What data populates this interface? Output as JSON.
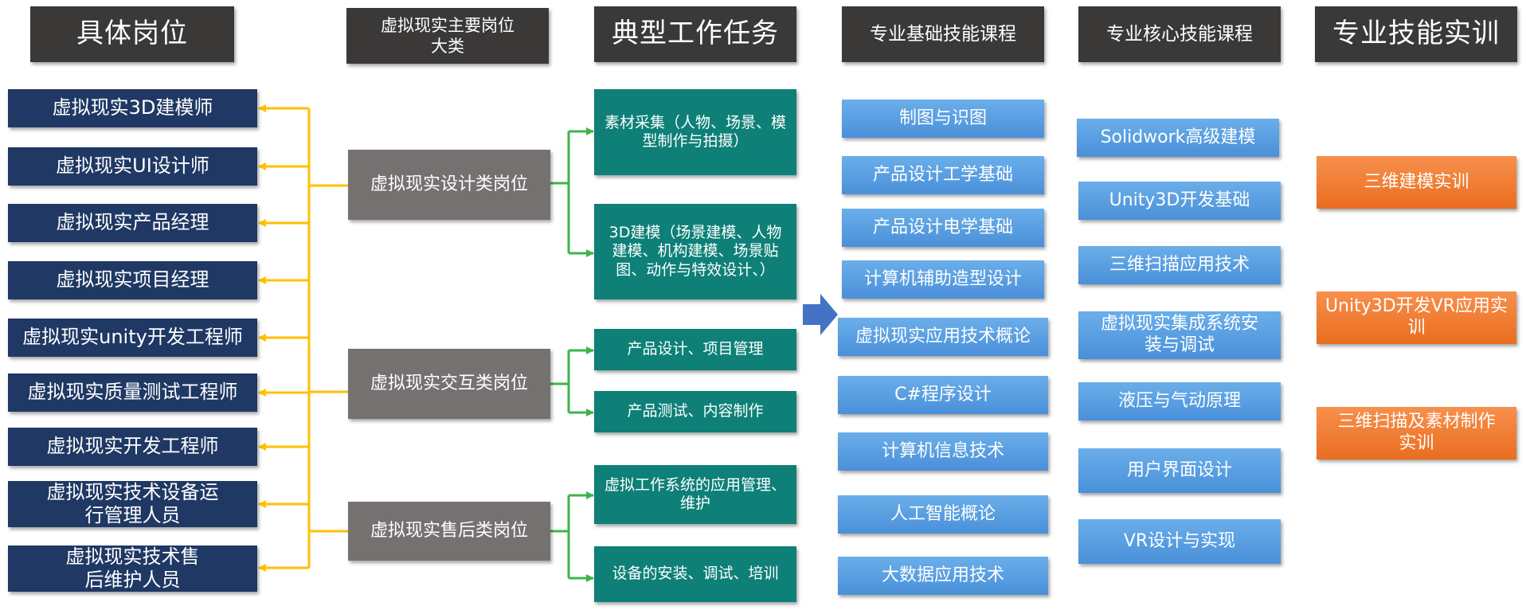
{
  "headers": {
    "positions": "具体岗位",
    "categories": "虚拟现实主要岗位大类",
    "tasks": "典型工作任务",
    "base_courses": "专业基础技能课程",
    "core_courses": "专业核心技能课程",
    "training": "专业技能实训"
  },
  "positions": [
    "虚拟现实3D建模师",
    "虚拟现实UI设计师",
    "虚拟现实产品经理",
    "虚拟现实项目经理",
    "虚拟现实unity开发工程师",
    "虚拟现实质量测试工程师",
    "虚拟现实开发工程师",
    "虚拟现实技术设备运行管理人员",
    "虚拟现实技术售后维护人员"
  ],
  "categories": [
    "虚拟现实设计类岗位",
    "虚拟现实交互类岗位",
    "虚拟现实售后类岗位"
  ],
  "tasks": [
    "素材采集（人物、场景、模型制作与拍摄）",
    "3D建模（场景建模、人物建模、机构建模、场景贴图、动作与特效设计、）",
    "产品设计、项目管理",
    "产品测试、内容制作",
    "虚拟工作系统的应用管理、维护",
    "设备的安装、调试、培训"
  ],
  "base_courses": [
    "制图与识图",
    "产品设计工学基础",
    "产品设计电学基础",
    "计算机辅助造型设计",
    "虚拟现实应用技术概论",
    "C#程序设计",
    "计算机信息技术",
    "人工智能概论",
    "大数据应用技术"
  ],
  "core_courses": [
    "Solidwork高级建模",
    "Unity3D开发基础",
    "三维扫描应用技术",
    "虚拟现实集成系统安装与调试",
    "液压与气动原理",
    "用户界面设计",
    "VR设计与实现"
  ],
  "training": [
    "三维建模实训",
    "Unity3D开发VR应用实训",
    "三维扫描及素材制作实训"
  ],
  "colors": {
    "header": "#3b3838",
    "position": "#1f3864",
    "category": "#767171",
    "task": "#0e8078",
    "course": "#5b9bd5",
    "training": "#ed7d31",
    "yellow_connector": "#ffc000",
    "green_connector": "#3cb54a",
    "flow_arrow": "#4472c4"
  }
}
